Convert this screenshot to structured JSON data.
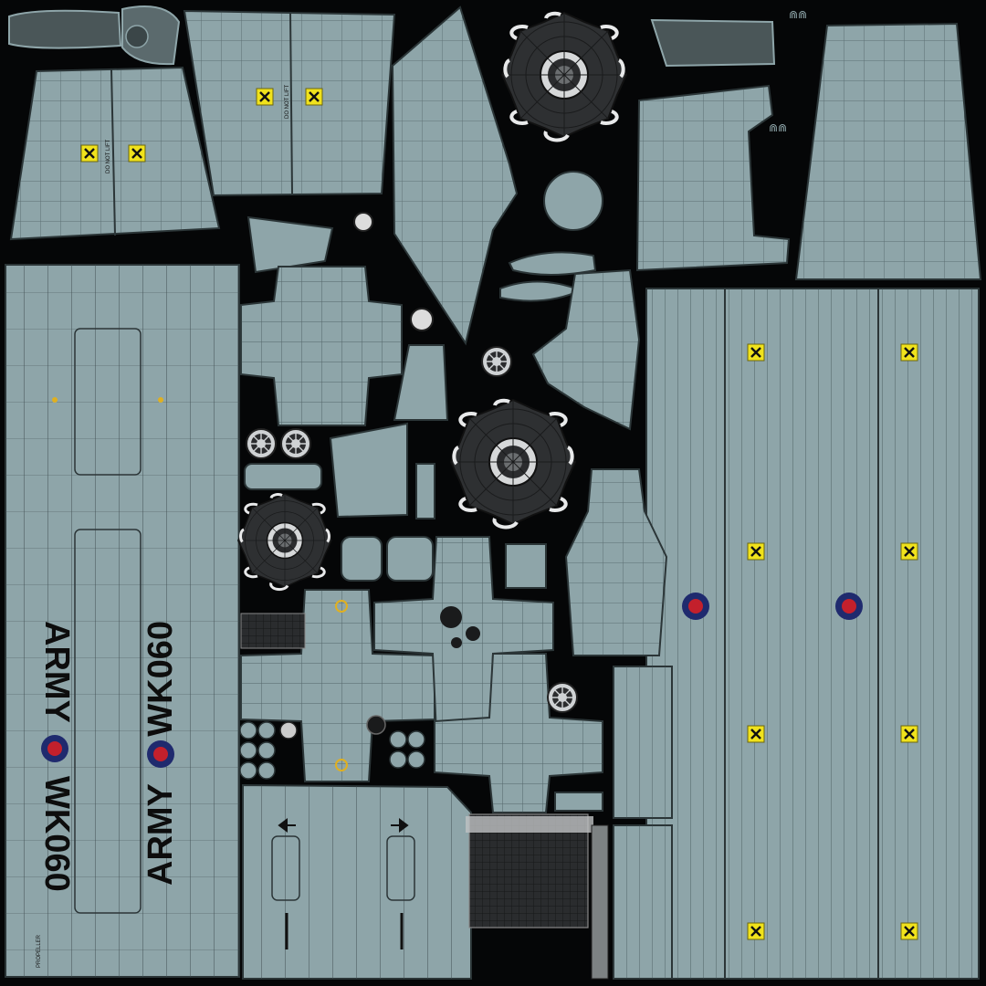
{
  "markings": {
    "army": "ARMY",
    "serial": "WK060",
    "no_lift": "DO NOT LIFT",
    "prop": "PROPELLER"
  },
  "colors": {
    "background": "#050607",
    "panel_fill": "#8ea5a9",
    "panel_line": "#2b3537",
    "dark_part": "#2c2e30",
    "roundel_red": "#c3202c",
    "roundel_blue": "#1f2a6e",
    "hazard_yellow": "#f0e21c"
  },
  "icons": {
    "hazard": "hazard-x-icon",
    "roundel": "raf-roundel-icon"
  }
}
